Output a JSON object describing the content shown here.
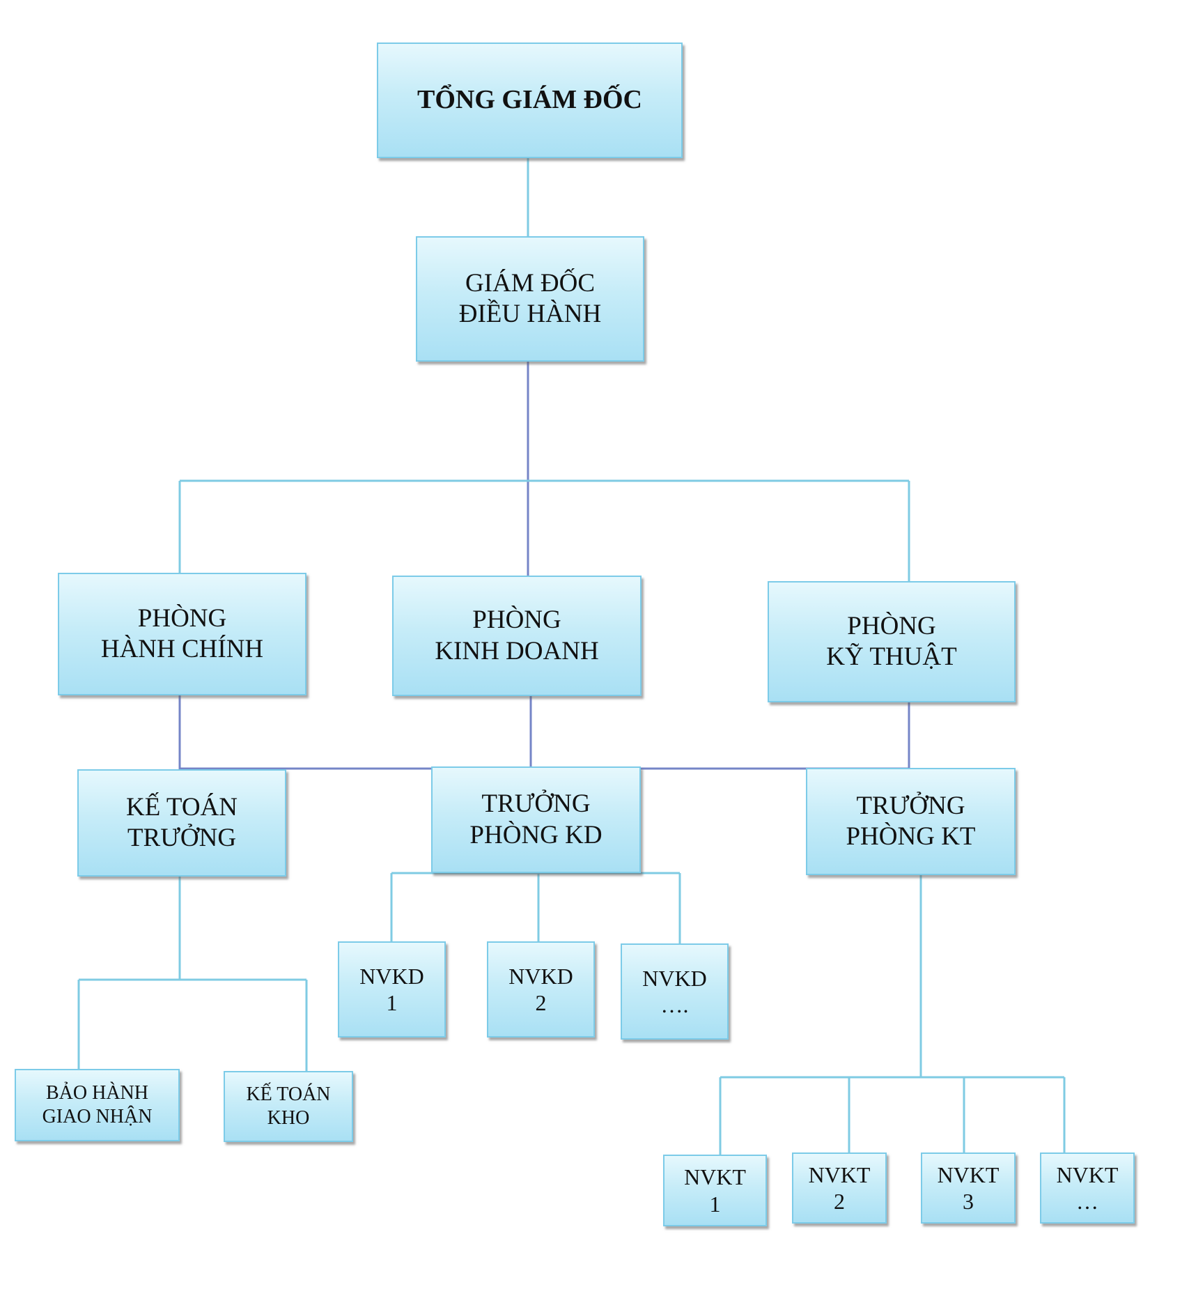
{
  "org": {
    "tgd": {
      "lines": [
        "TỔNG GIÁM ĐỐC"
      ]
    },
    "gddh": {
      "lines": [
        "GIÁM ĐỐC",
        "ĐIỀU HÀNH"
      ]
    },
    "phc": {
      "lines": [
        "PHÒNG",
        "HÀNH CHÍNH"
      ]
    },
    "pkd": {
      "lines": [
        "PHÒNG",
        "KINH DOANH"
      ]
    },
    "pkt": {
      "lines": [
        "PHÒNG",
        "KỸ THUẬT"
      ]
    },
    "ktt": {
      "lines": [
        "KẾ TOÁN",
        "TRƯỞNG"
      ]
    },
    "tpkd": {
      "lines": [
        "TRƯỞNG",
        "PHÒNG KD"
      ]
    },
    "tpkt": {
      "lines": [
        "TRƯỞNG",
        "PHÒNG KT"
      ]
    },
    "nvkd1": {
      "lines": [
        "NVKD",
        "1"
      ]
    },
    "nvkd2": {
      "lines": [
        "NVKD",
        "2"
      ]
    },
    "nvkd3": {
      "lines": [
        "NVKD",
        "…."
      ]
    },
    "bhgn": {
      "lines": [
        "BẢO HÀNH",
        "GIAO NHẬN"
      ]
    },
    "ktk": {
      "lines": [
        "KẾ TOÁN",
        "KHO"
      ]
    },
    "nvkt1": {
      "lines": [
        "NVKT",
        "1"
      ]
    },
    "nvkt2": {
      "lines": [
        "NVKT",
        "2"
      ]
    },
    "nvkt3": {
      "lines": [
        "NVKT",
        "3"
      ]
    },
    "nvkt4": {
      "lines": [
        "NVKT",
        "…"
      ]
    }
  },
  "colors": {
    "connector_light": "#7fcbe3",
    "connector_dark": "#7585c7",
    "box_border": "#7ccbe8"
  }
}
